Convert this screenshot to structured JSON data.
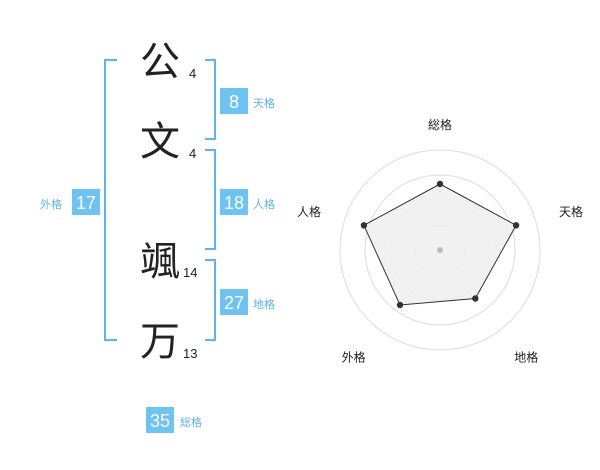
{
  "name_chars": [
    {
      "char": "公",
      "strokes": "4"
    },
    {
      "char": "文",
      "strokes": "4"
    },
    {
      "char": "颯",
      "strokes": "14"
    },
    {
      "char": "万",
      "strokes": "13"
    }
  ],
  "kaku": {
    "tenkaku": {
      "value": "8",
      "label": "天格"
    },
    "jinkaku": {
      "value": "18",
      "label": "人格"
    },
    "chikaku": {
      "value": "27",
      "label": "地格"
    },
    "gaikaku": {
      "value": "17",
      "label": "外格"
    },
    "soukaku": {
      "value": "35",
      "label": "総格"
    }
  },
  "colors": {
    "accent": "#5cb5e8",
    "badge": "#6ec3f0",
    "radar_fill": "#eeeeee",
    "radar_line": "#333333",
    "ring": "#dddddd"
  },
  "chart_data": {
    "type": "radar",
    "axes": [
      "総格",
      "天格",
      "地格",
      "外格",
      "人格"
    ],
    "values": [
      0.66,
      0.8,
      0.6,
      0.68,
      0.8
    ],
    "scale_max": 1,
    "rings": 4,
    "grid": true
  }
}
